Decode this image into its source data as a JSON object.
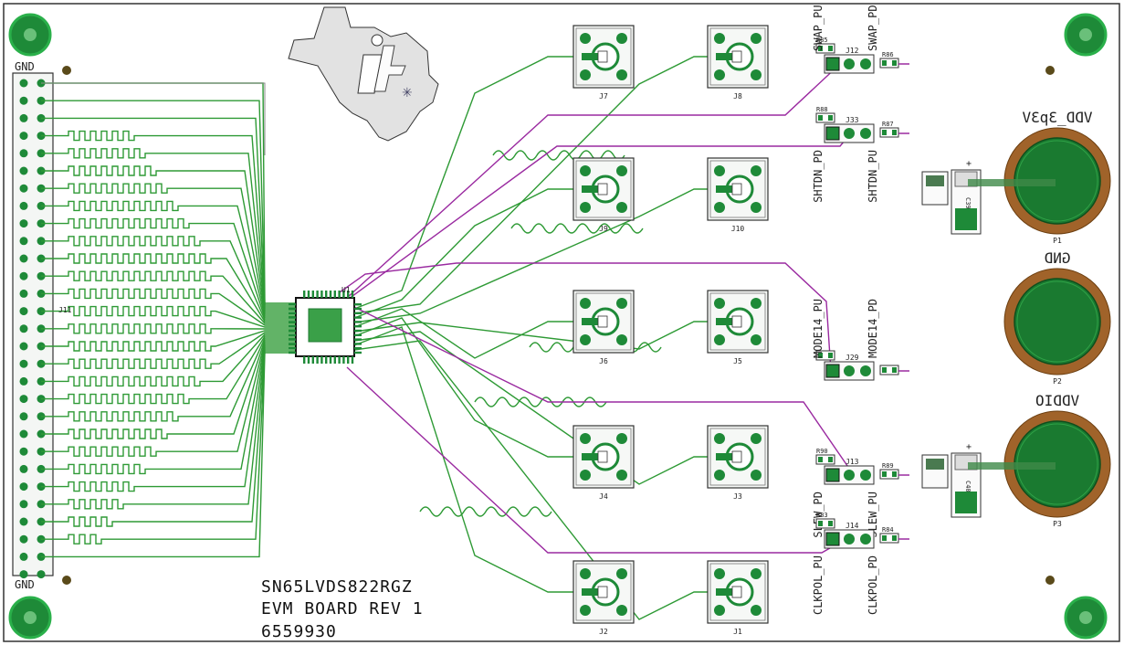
{
  "board": {
    "title_line1": "SN65LVDS822RGZ",
    "title_line2": "EVM BOARD REV 1",
    "part_number": "6559930"
  },
  "header": {
    "top_gnd": "GND",
    "bottom_gnd": "GND",
    "ref": "J11"
  },
  "ic": {
    "ref": "U1"
  },
  "connectors": [
    "J7",
    "J8",
    "J9",
    "J10",
    "J6",
    "J5",
    "J4",
    "J3",
    "J2",
    "J1"
  ],
  "jumpers": [
    {
      "ref": "J12",
      "left_label": "SWAP_PU",
      "right_label": "SWAP_PD",
      "r_left": "R85",
      "r_right": "R86"
    },
    {
      "ref": "J33",
      "left_label": "SHTDN_PD",
      "right_label": "SHTDN_PU",
      "r_left": "R88",
      "r_right": "R87"
    },
    {
      "ref": "J29",
      "left_label": "MODE14_PU",
      "right_label": "MODE14_PD",
      "r_left": "",
      "r_right": ""
    },
    {
      "ref": "J13",
      "left_label": "SLEW_PD",
      "right_label": "SLEW_PU",
      "r_left": "R90",
      "r_right": "R89"
    },
    {
      "ref": "J14",
      "left_label": "CLKPOL_PU",
      "right_label": "CLKPOL_PD",
      "r_left": "R83",
      "r_right": "R84"
    }
  ],
  "power": [
    {
      "label": "VDD_3p3V",
      "ref": "P1",
      "cap": "C39"
    },
    {
      "label": "GND",
      "ref": "P2",
      "cap": ""
    },
    {
      "label": "VDDIO",
      "ref": "P3",
      "cap": "C40"
    }
  ],
  "colors": {
    "trace": "#2e9a35",
    "purple": "#9a2aa0",
    "pad": "#1e8a38",
    "copper": "#a0632a",
    "outline": "#444444"
  }
}
